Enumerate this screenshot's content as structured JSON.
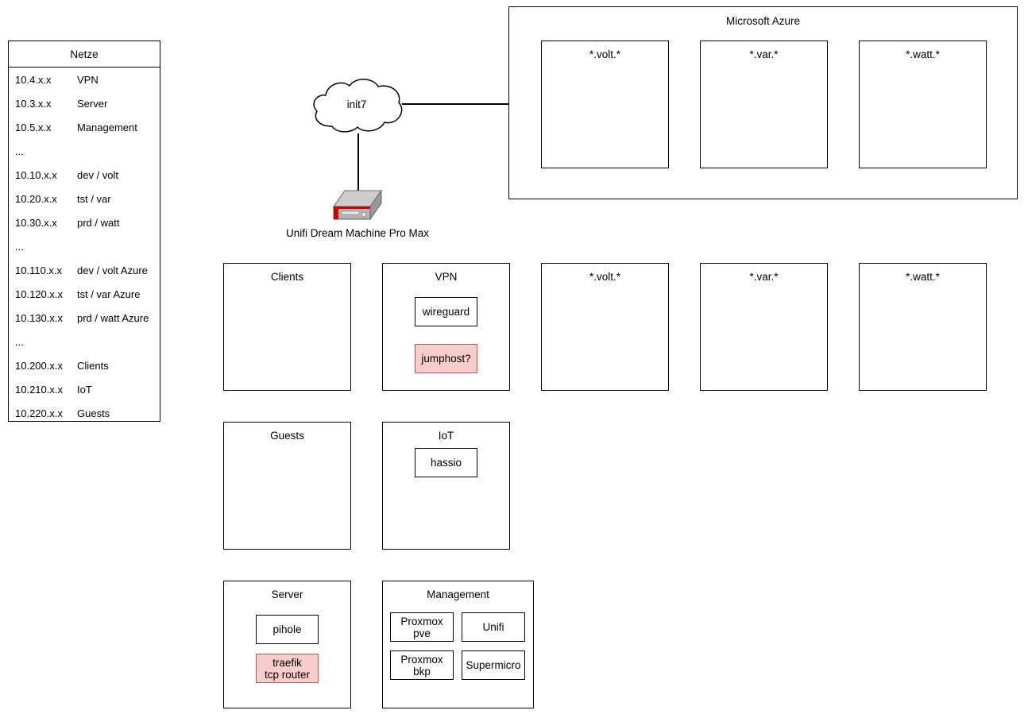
{
  "legend": {
    "title": "Netze",
    "rows": [
      {
        "net": "10.4.x.x",
        "label": "VPN"
      },
      {
        "net": "10.3.x.x",
        "label": "Server"
      },
      {
        "net": "10.5.x.x",
        "label": "Management"
      },
      {
        "net": "...",
        "label": ""
      },
      {
        "net": "10.10.x.x",
        "label": "dev / volt"
      },
      {
        "net": "10.20.x.x",
        "label": "tst / var"
      },
      {
        "net": "10.30.x.x",
        "label": "prd / watt"
      },
      {
        "net": "...",
        "label": ""
      },
      {
        "net": "10.110.x.x",
        "label": "dev / volt Azure"
      },
      {
        "net": "10.120.x.x",
        "label": "tst / var Azure"
      },
      {
        "net": "10.130.x.x",
        "label": "prd / watt Azure"
      },
      {
        "net": "...",
        "label": ""
      },
      {
        "net": "10.200.x.x",
        "label": "Clients"
      },
      {
        "net": "10.210.x.x",
        "label": "IoT"
      },
      {
        "net": "10.220.x.x",
        "label": "Guests"
      }
    ]
  },
  "cloud": {
    "label": "init7"
  },
  "router": {
    "label": "Unifi Dream Machine Pro Max"
  },
  "azure": {
    "title": "Microsoft Azure",
    "zones": [
      {
        "title": "*.volt.*"
      },
      {
        "title": "*.var.*"
      },
      {
        "title": "*.watt.*"
      }
    ]
  },
  "zones": {
    "clients": {
      "title": "Clients",
      "nodes": []
    },
    "vpn": {
      "title": "VPN",
      "nodes": [
        {
          "label": "wireguard",
          "accent": false
        },
        {
          "label": "jumphost?",
          "accent": true
        }
      ]
    },
    "volt": {
      "title": "*.volt.*"
    },
    "var": {
      "title": "*.var.*"
    },
    "watt": {
      "title": "*.watt.*"
    },
    "guests": {
      "title": "Guests",
      "nodes": []
    },
    "iot": {
      "title": "IoT",
      "nodes": [
        {
          "label": "hassio",
          "accent": false
        }
      ]
    },
    "server": {
      "title": "Server",
      "nodes": [
        {
          "label": "pihole",
          "accent": false
        },
        {
          "label": "traefik\ntcp router",
          "accent": true
        }
      ]
    },
    "management": {
      "title": "Management",
      "nodes": [
        {
          "label": "Proxmox pve",
          "accent": false
        },
        {
          "label": "Unifi",
          "accent": false
        },
        {
          "label": "Proxmox bkp",
          "accent": false
        },
        {
          "label": "Supermicro",
          "accent": false
        }
      ]
    }
  },
  "colors": {
    "stroke": "#000000",
    "accent_fill": "#f8cecc",
    "accent_stroke": "#b85450",
    "device_body": "#b3b3b3",
    "device_top": "#cccccc",
    "device_accent": "#cc0000",
    "background": "#ffffff"
  }
}
